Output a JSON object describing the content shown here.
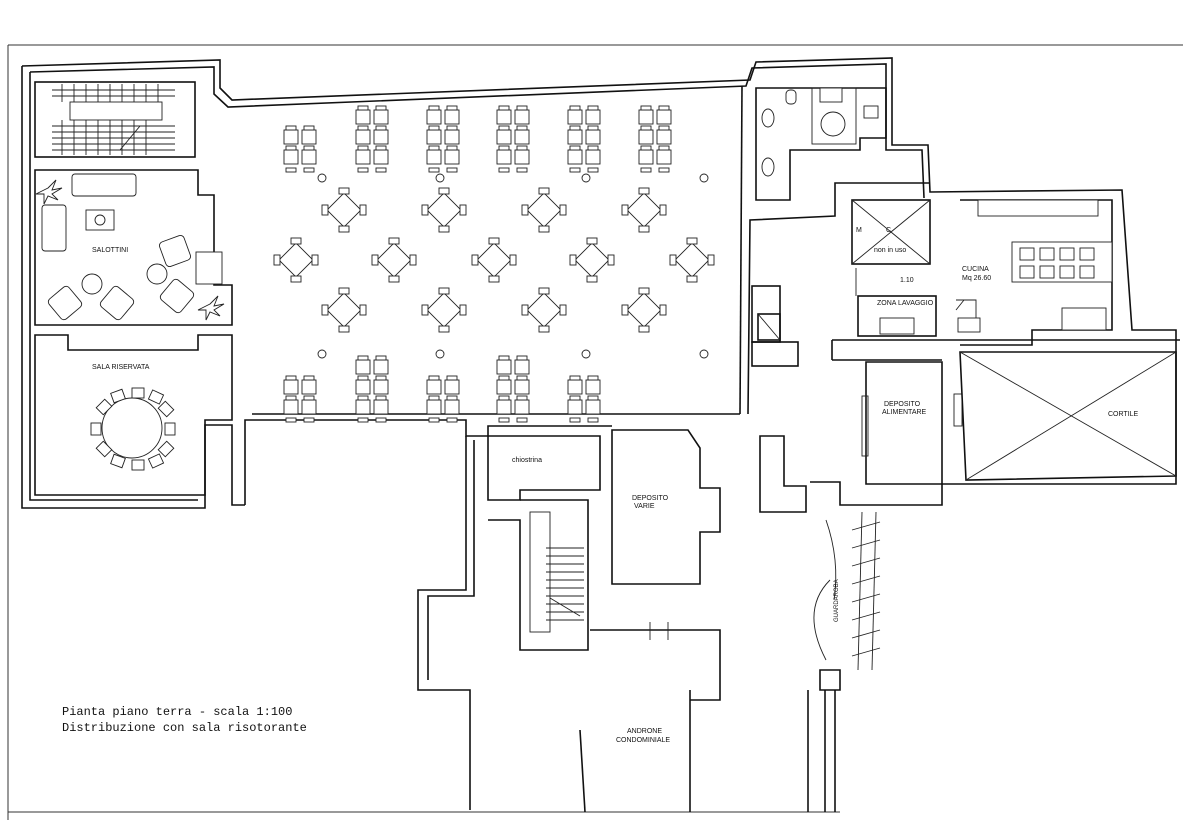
{
  "title": {
    "line1": "Pianta piano terra - scala 1:100",
    "line2": "Distribuzione con sala risotorante"
  },
  "rooms": {
    "salottini": "SALOTTINI",
    "sala_riservata": "SALA RISERVATA",
    "chiostrina": "chiostrina",
    "deposito_varie_1": "DEPOSITO",
    "deposito_varie_2": "VARIE",
    "cucina_1": "CUCINA",
    "cucina_2": "Mq 26.60",
    "zona_lavaggio": "ZONA LAVAGGIO",
    "deposito_alim_1": "DEPOSITO",
    "deposito_alim_2": "ALIMENTARE",
    "cortile": "CORTILE",
    "guardaroba": "GUARDAROBA",
    "androne_1": "ANDRONE",
    "androne_2": "CONDOMINIALE"
  },
  "annotations": {
    "m": "M",
    "c": "C",
    "non_in_uso": "non in uso",
    "dimension": "1.10"
  }
}
